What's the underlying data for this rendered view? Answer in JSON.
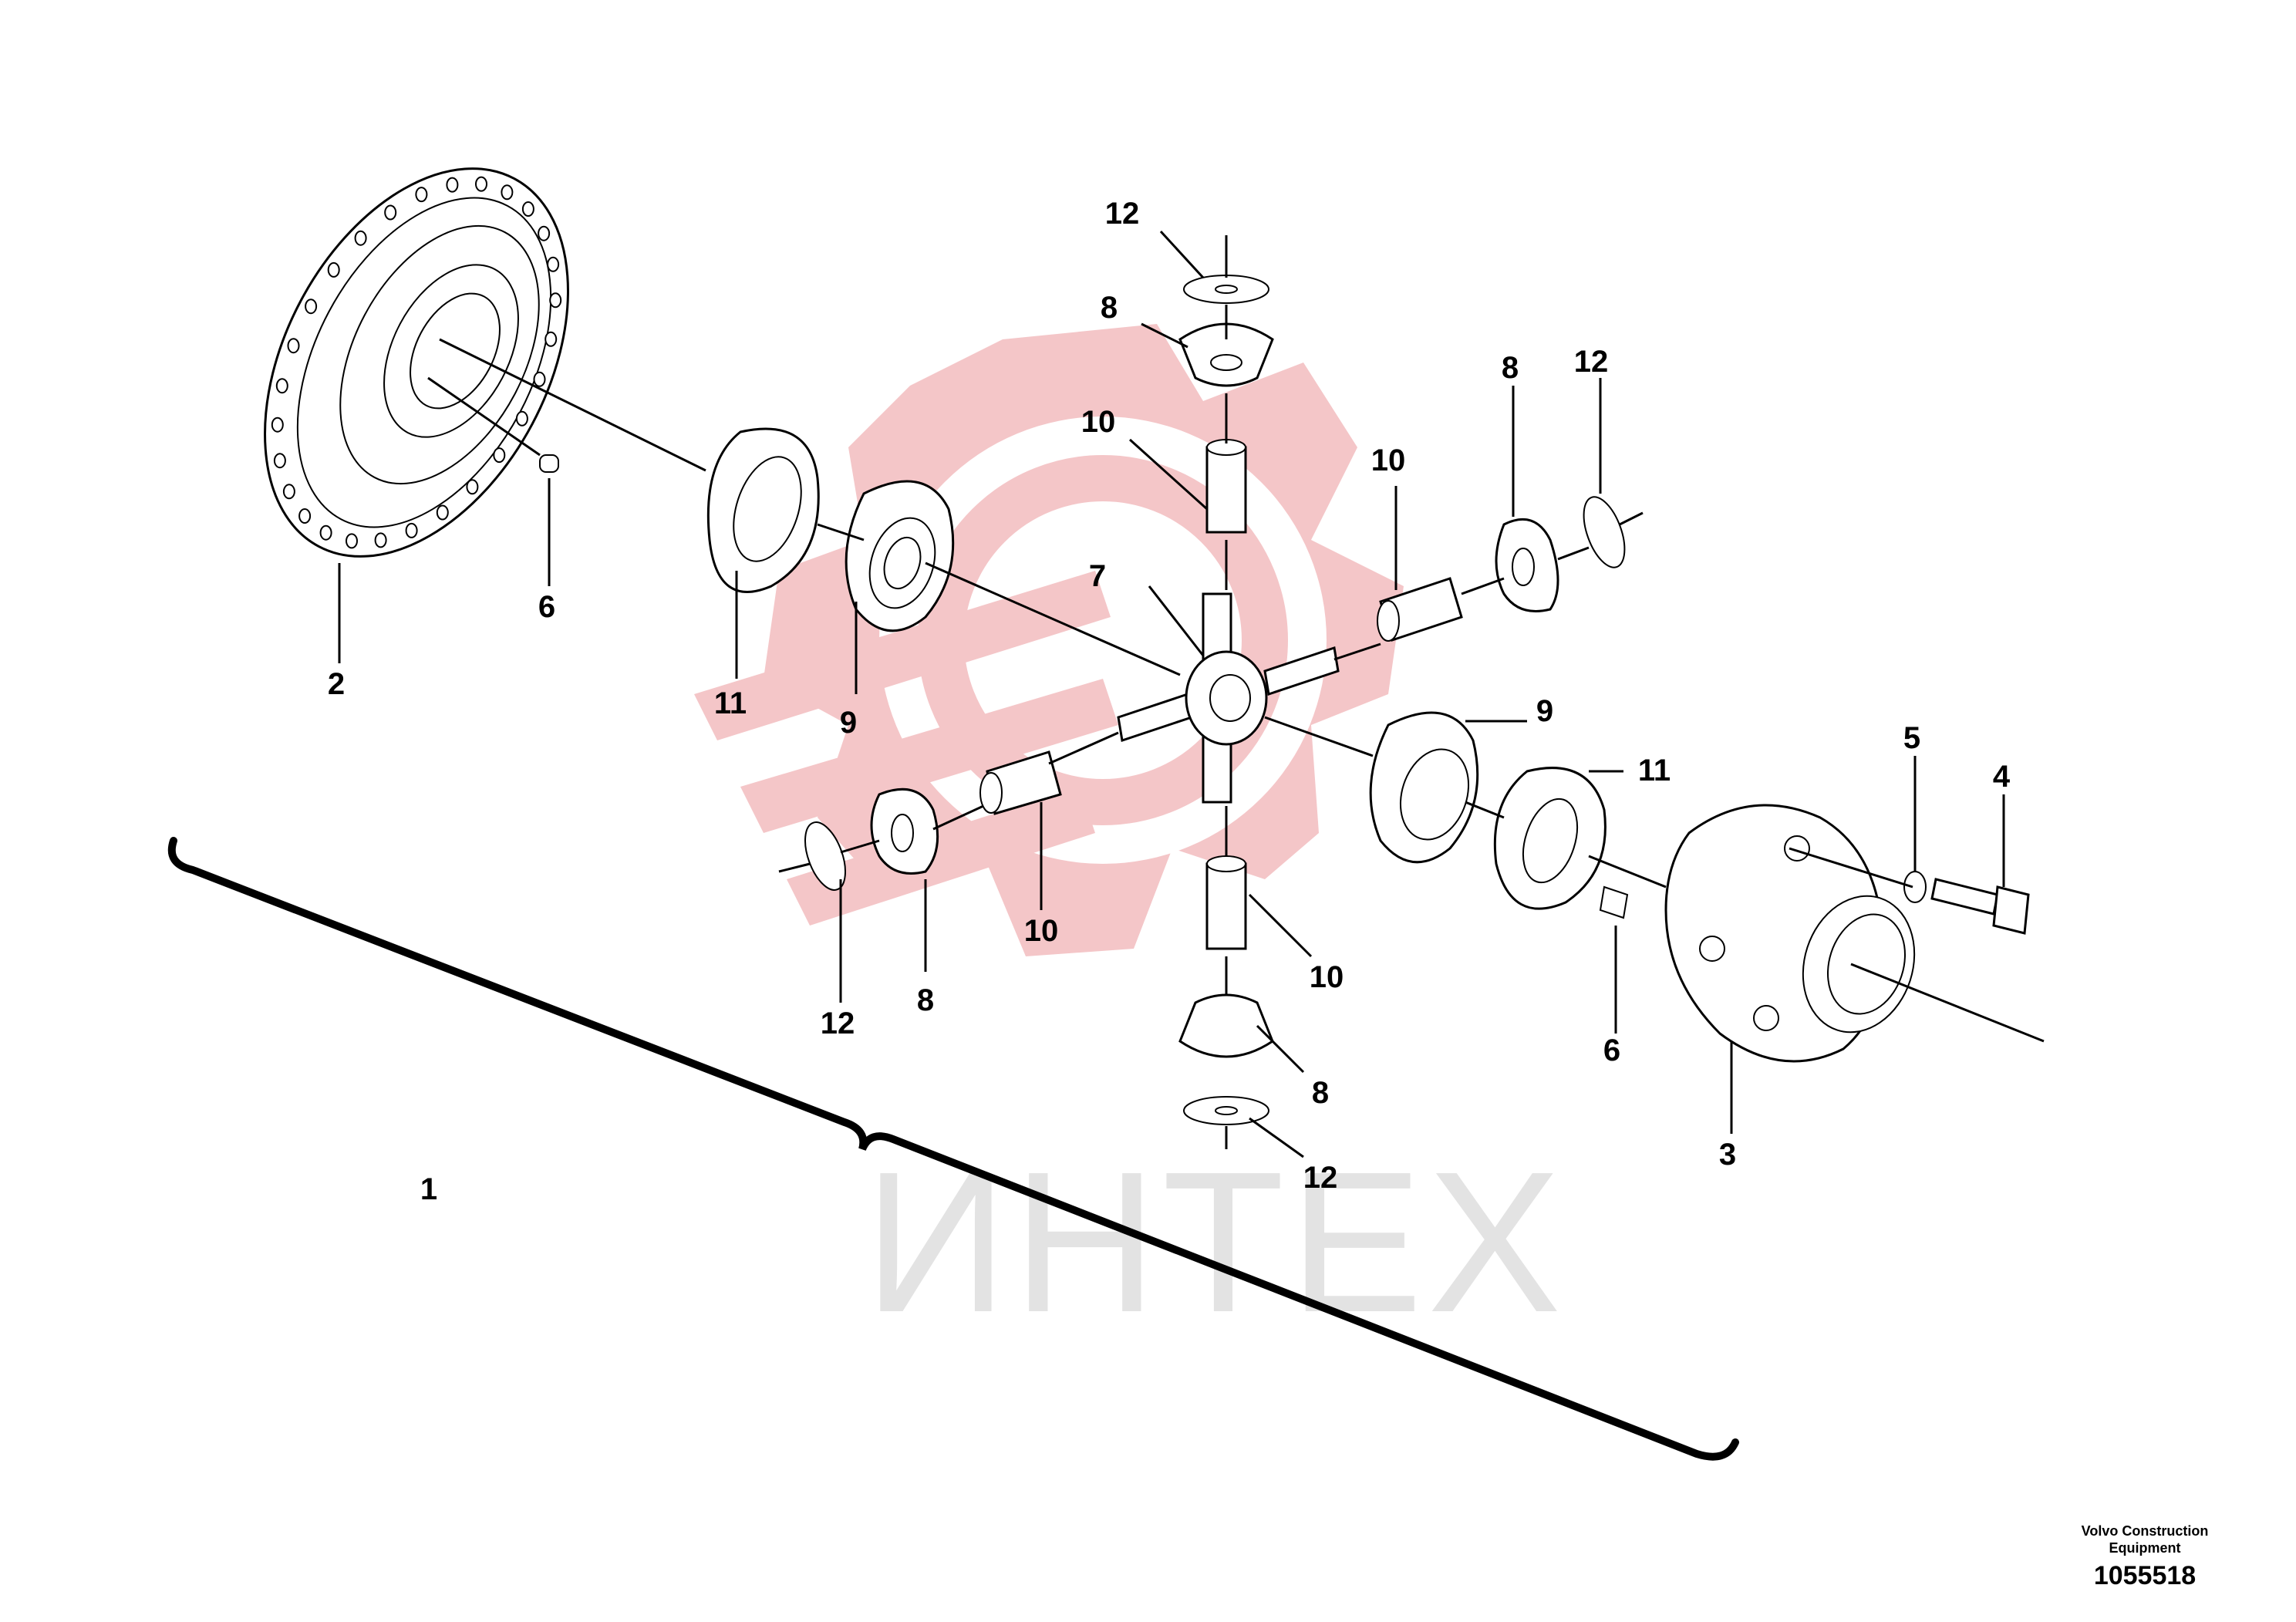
{
  "watermark": {
    "text": "ИНТЕХ",
    "gear_color": "#f4c6c8",
    "text_color": "#e3e3e3"
  },
  "footer": {
    "brand": "Volvo Construction Equipment",
    "doc_number": "1055518"
  },
  "callouts": {
    "c1": "1",
    "c2": "2",
    "c3": "3",
    "c4": "4",
    "c5": "5",
    "c6a": "6",
    "c6b": "6",
    "c7": "7",
    "c8a": "8",
    "c8b": "8",
    "c8c": "8",
    "c8d": "8",
    "c9a": "9",
    "c9b": "9",
    "c10a": "10",
    "c10b": "10",
    "c10c": "10",
    "c10d": "10",
    "c11a": "11",
    "c11b": "11",
    "c12a": "12",
    "c12b": "12",
    "c12c": "12",
    "c12d": "12"
  }
}
